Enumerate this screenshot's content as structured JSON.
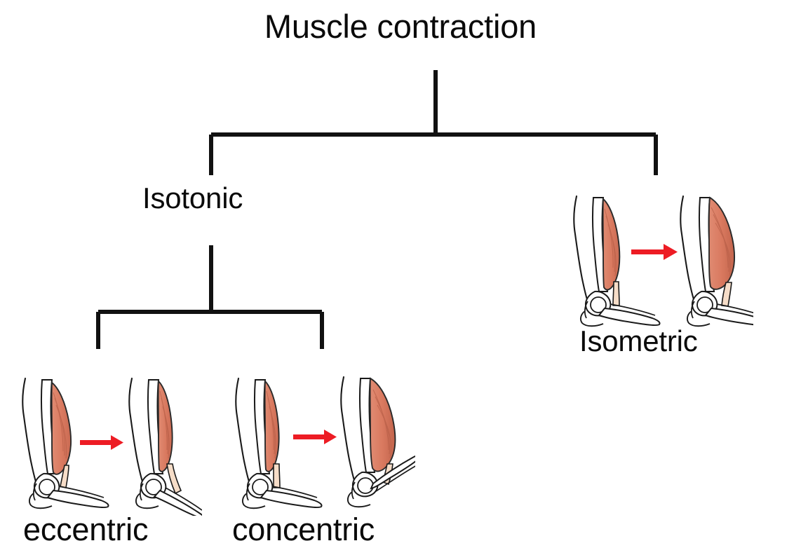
{
  "diagram": {
    "title": "Muscle contraction",
    "type": "hierarchy-tree",
    "background_color": "#ffffff",
    "line_color": "#111111",
    "text_color": "#0a0a0a"
  },
  "nodes": {
    "root": {
      "label": "Muscle contraction"
    },
    "isotonic": {
      "label": "Isotonic"
    },
    "isometric": {
      "label": "Isometric"
    },
    "eccentric": {
      "label": "eccentric"
    },
    "concentric": {
      "label": "concentric"
    }
  },
  "illustrations": {
    "eccentric": {
      "name": "eccentric-contraction-arm-pair",
      "before_state": "flexed-arm-muscle-shortened",
      "after_state": "extending-arm-muscle-lengthening",
      "arrow": "right-arrow"
    },
    "concentric": {
      "name": "concentric-contraction-arm-pair",
      "before_state": "extended-arm-muscle-lengthened",
      "after_state": "flexed-arm-muscle-shortened",
      "arrow": "right-arrow"
    },
    "isometric": {
      "name": "isometric-contraction-arm-pair",
      "before_state": "static-arm-muscle-relaxed",
      "after_state": "static-arm-muscle-tensed",
      "arrow": "right-arrow"
    }
  },
  "colors": {
    "muscle_fill": "#dd7f66",
    "muscle_fill_dark": "#cf6d54",
    "tendon_fill": "#f6ddc8",
    "bone_fill": "#ffffff",
    "outline": "#1a1a1a",
    "arrow_red": "#ed1c24"
  },
  "chart_data": {
    "type": "tree",
    "title": "Muscle contraction",
    "root": "Muscle contraction",
    "edges": [
      {
        "from": "Muscle contraction",
        "to": "Isotonic"
      },
      {
        "from": "Muscle contraction",
        "to": "Isometric"
      },
      {
        "from": "Isotonic",
        "to": "eccentric"
      },
      {
        "from": "Isotonic",
        "to": "concentric"
      }
    ],
    "levels": [
      [
        "Muscle contraction"
      ],
      [
        "Isotonic",
        "Isometric"
      ],
      [
        "eccentric",
        "concentric"
      ]
    ]
  }
}
